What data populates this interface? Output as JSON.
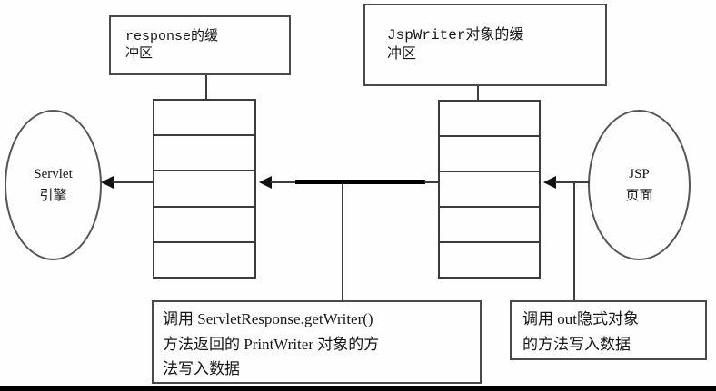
{
  "diagram": {
    "top_left_box": {
      "line1": "response的缓",
      "line2": "冲区"
    },
    "top_right_box": {
      "line1": "JspWriter对象的缓",
      "line2": "冲区"
    },
    "left_ellipse": {
      "line1": "Servlet",
      "line2": "引擎"
    },
    "right_ellipse": {
      "line1": "JSP",
      "line2": "页面"
    },
    "bottom_left_note": {
      "line1": "调用  ServletResponse.getWriter()",
      "line2": "方法返回的 PrintWriter 对象的方",
      "line3": "法写入数据"
    },
    "bottom_right_note": {
      "line1": "调用 out隐式对象",
      "line2": "的方法写入数据"
    },
    "buffers": {
      "left_rows": 5,
      "right_rows": 5
    },
    "colors": {
      "line": "#3c3c3c",
      "thick_arrow": "#000000",
      "background": "#fefefe"
    }
  }
}
